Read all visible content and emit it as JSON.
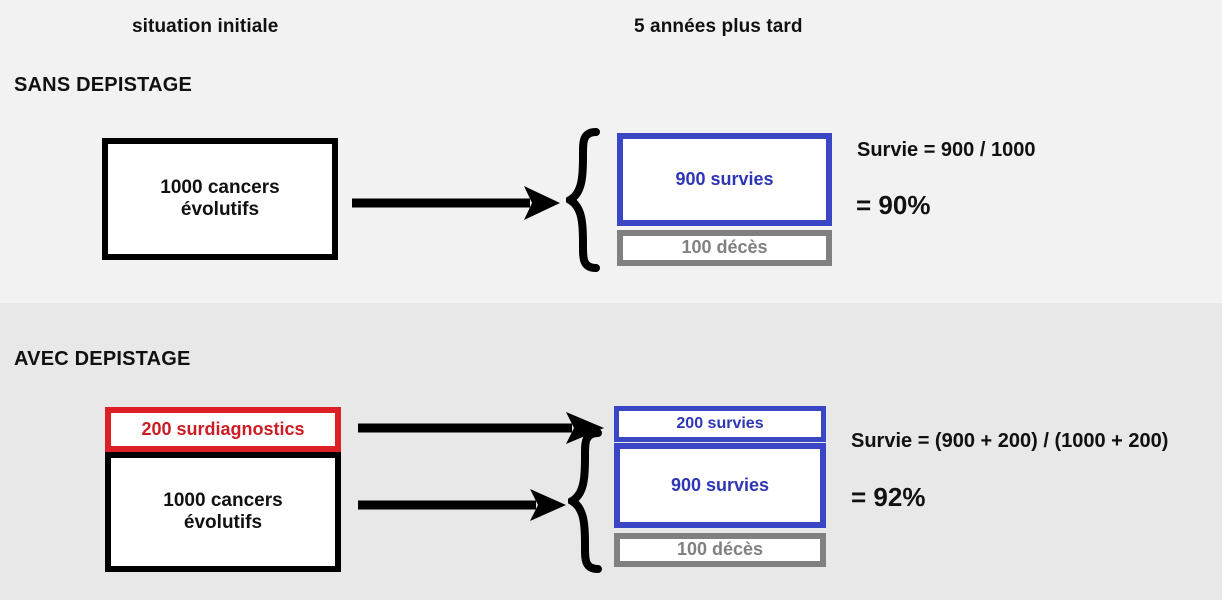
{
  "colors": {
    "background_top": "#f2f2f2",
    "background_bottom": "#e8e8e8",
    "black": "#000000",
    "blue": "#3b46c4",
    "blue_text": "#2f36b5",
    "grey": "#808080",
    "red": "#dd1f26",
    "red_text": "#cc1c24"
  },
  "columns": {
    "initial": "situation initiale",
    "later": "5 années plus tard"
  },
  "sections": [
    {
      "heading": "SANS DEPISTAGE",
      "source_box": "1000 cancers\névolutifs",
      "source_line1": "1000 cancers",
      "source_line2": "évolutifs",
      "survivors_box": "900 survies",
      "deaths_box": "100 décès",
      "formula_line1": "Survie = 900 / 1000",
      "formula_line2": "= 90%"
    },
    {
      "heading": "AVEC DEPISTAGE",
      "overdiagnosis_box": "200 surdiagnostics",
      "source_line1": "1000 cancers",
      "source_line2": "évolutifs",
      "survivors_over_box": "200 survies",
      "survivors_box": "900 survies",
      "deaths_box": "100 décès",
      "formula_line1": "Survie = (900 + 200) / (1000 + 200)",
      "formula_line2": "= 92%"
    }
  ],
  "chart_data": {
    "type": "diagram",
    "title": "Biais de surdiagnostic dans le dépistage",
    "scenarios": [
      {
        "name": "SANS DEPISTAGE",
        "initial": [
          {
            "label": "1000 cancers évolutifs",
            "value": 1000,
            "color": "#000000"
          }
        ],
        "after_5_years": [
          {
            "label": "900 survies",
            "value": 900,
            "color": "#3b46c4"
          },
          {
            "label": "100 décès",
            "value": 100,
            "color": "#808080"
          }
        ],
        "survival_numerator": 900,
        "survival_denominator": 1000,
        "survival_percent": 90
      },
      {
        "name": "AVEC DEPISTAGE",
        "initial": [
          {
            "label": "200 surdiagnostics",
            "value": 200,
            "color": "#dd1f26"
          },
          {
            "label": "1000 cancers évolutifs",
            "value": 1000,
            "color": "#000000"
          }
        ],
        "after_5_years": [
          {
            "label": "200 survies",
            "value": 200,
            "color": "#3b46c4"
          },
          {
            "label": "900 survies",
            "value": 900,
            "color": "#3b46c4"
          },
          {
            "label": "100 décès",
            "value": 100,
            "color": "#808080"
          }
        ],
        "survival_numerator": 1100,
        "survival_denominator": 1200,
        "survival_percent": 92
      }
    ]
  }
}
